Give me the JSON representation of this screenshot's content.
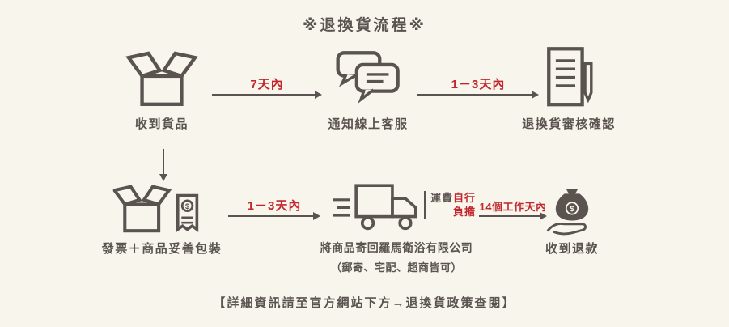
{
  "title": "※退換貨流程※",
  "footer": "【詳細資訊請至官方網站下方→退換貨政策查閱】",
  "colors": {
    "background": "#f8f5ed",
    "ink": "#5a534f",
    "accent_red": "#c1272d"
  },
  "steps": {
    "receive": {
      "label": "收到貨品"
    },
    "notify": {
      "label": "通知線上客服"
    },
    "review": {
      "label": "退換貨審核確認"
    },
    "package": {
      "label": "發票＋商品妥善包裝"
    },
    "ship": {
      "label": "將商品寄回羅馬衛浴有限公司",
      "sublabel": "（郵寄、宅配、超商皆可）"
    },
    "refund": {
      "label": "收到退款"
    }
  },
  "arrows": {
    "step1_to_step2": "7天內",
    "step2_to_step3": "1－3天內",
    "step4_to_step5": "1－3天內",
    "step5_to_step6": "14個工作天內"
  },
  "freight_note": {
    "prefix": "運費",
    "red_part1": "自行",
    "red_part2": "負擔"
  },
  "icons": {
    "receive": "open-box-icon",
    "notify": "chat-bubbles-icon",
    "review": "document-pencil-icon",
    "package": "box-with-invoice-icon",
    "ship": "delivery-truck-icon",
    "refund": "money-bag-in-hand-icon"
  }
}
